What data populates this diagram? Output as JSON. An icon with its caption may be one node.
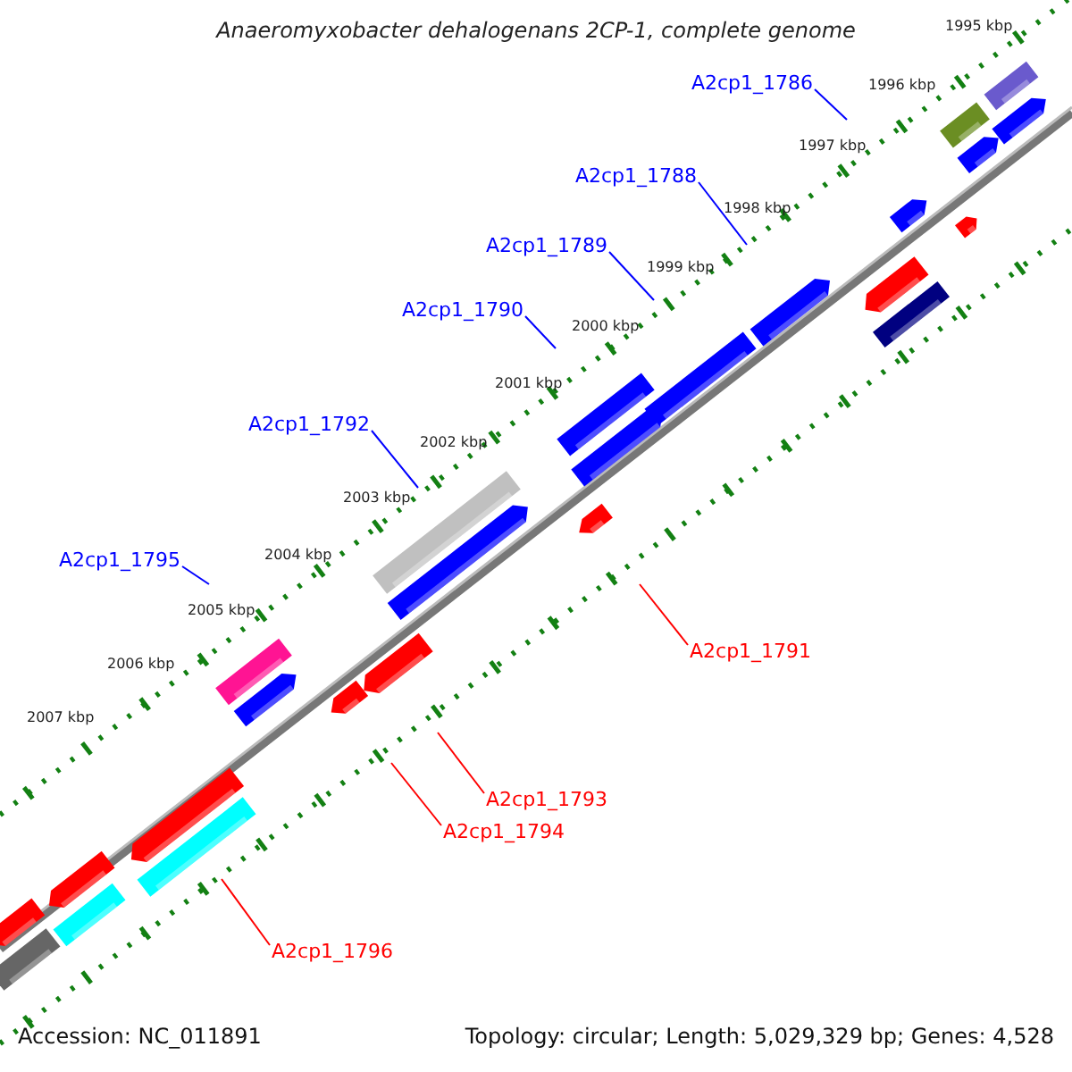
{
  "diagram": {
    "title": "Anaeromyxobacter dehalogenans 2CP-1, complete genome",
    "nodes": [
      {
        "text": [
          "A2cp1_1786"
        ]
      },
      {
        "text": [
          "A2cp1_1788"
        ]
      },
      {
        "text": [
          "A2cp1_1789"
        ]
      },
      {
        "text": [
          "A2cp1_1790"
        ]
      },
      {
        "text": [
          "A2cp1_1792"
        ]
      },
      {
        "text": [
          "A2cp1_1795"
        ]
      },
      {
        "text": [
          "A2cp1_1791"
        ]
      },
      {
        "text": [
          "A2cp1_1793"
        ]
      },
      {
        "text": [
          "A2cp1_1794"
        ]
      },
      {
        "text": [
          "A2cp1_1796"
        ]
      }
    ],
    "edges": [
      {
        "from": 0,
        "to": null,
        "arrow": "none"
      },
      {
        "from": 1,
        "to": null,
        "arrow": "none"
      },
      {
        "from": 2,
        "to": null,
        "arrow": "none"
      },
      {
        "from": 3,
        "to": null,
        "arrow": "none"
      },
      {
        "from": 4,
        "to": null,
        "arrow": "none"
      },
      {
        "from": 5,
        "to": null,
        "arrow": "none"
      },
      {
        "from": 6,
        "to": null,
        "arrow": "none",
        "color": "#ff0000"
      },
      {
        "from": 7,
        "to": null,
        "arrow": "none",
        "color": "#ff0000"
      },
      {
        "from": 8,
        "to": null,
        "arrow": "none",
        "color": "#ff0000"
      },
      {
        "from": 9,
        "to": null,
        "arrow": "none",
        "color": "#ff0000"
      }
    ],
    "labels": [
      "1995 kbp",
      "1996 kbp",
      "1997 kbp",
      "1998 kbp",
      "1999 kbp",
      "2000 kbp",
      "2001 kbp",
      "2002 kbp",
      "2003 kbp",
      "2004 kbp",
      "2005 kbp",
      "2006 kbp",
      "2007 kbp",
      "Accession: NC_011891",
      "Topology: circular; Length: 5,029,329 bp; Genes: 4,528"
    ]
  }
}
